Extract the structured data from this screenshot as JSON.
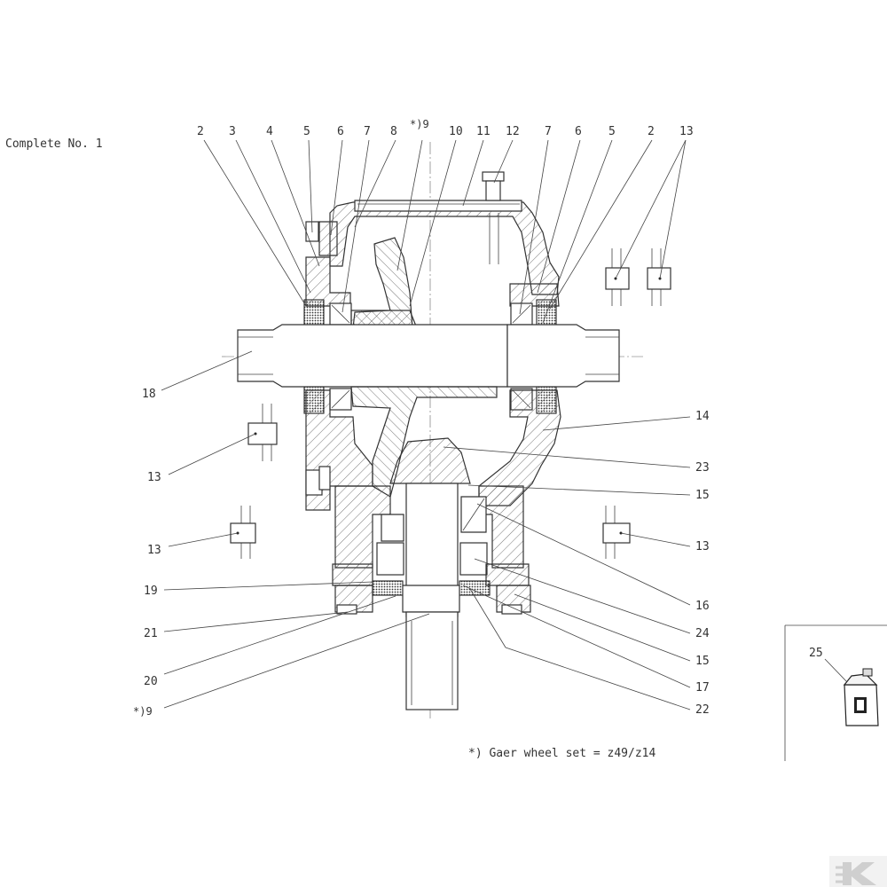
{
  "title": "Complete No. 1",
  "top_labels": [
    "2",
    "3",
    "4",
    "5",
    "6",
    "7",
    "8",
    "*)9",
    "10",
    "11",
    "12",
    "7",
    "6",
    "5",
    "2",
    "13"
  ],
  "right_labels": [
    "14",
    "23",
    "15",
    "13",
    "16",
    "24",
    "15",
    "17",
    "22"
  ],
  "left_labels": [
    "18",
    "13",
    "13",
    "19",
    "21",
    "20",
    "*)9"
  ],
  "footnote": "*) Gaer wheel set = z49/z14",
  "accessory_label": "25",
  "logo_letter": "K",
  "icon": "oil-canister-icon"
}
